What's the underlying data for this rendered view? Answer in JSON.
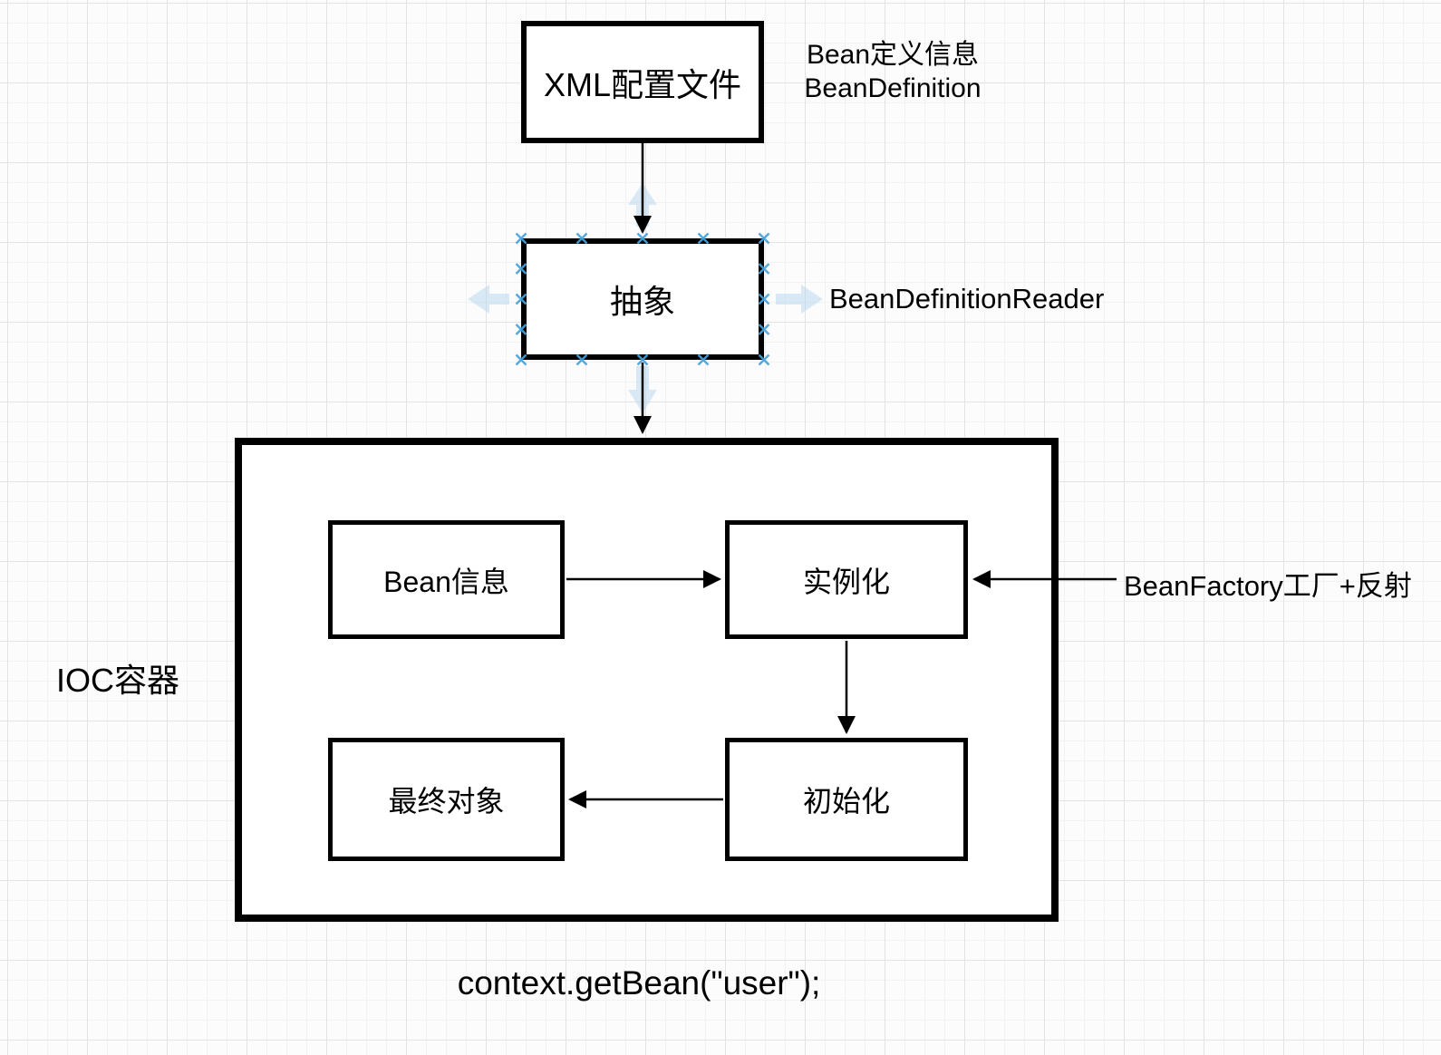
{
  "diagram": {
    "nodes": {
      "xml_box": {
        "label": "XML配置文件"
      },
      "abstract_box": {
        "label": "抽象"
      },
      "ioc_container": {
        "label": "IOC容器"
      },
      "bean_info_box": {
        "label": "Bean信息"
      },
      "instantiate_box": {
        "label": "实例化"
      },
      "final_object_box": {
        "label": "最终对象"
      },
      "initialize_box": {
        "label": "初始化"
      }
    },
    "annotations": {
      "bean_definition": {
        "line1": "Bean定义信息",
        "line2": "BeanDefinition"
      },
      "bean_definition_reader": "BeanDefinitionReader",
      "bean_factory": "BeanFactory工厂+反射",
      "get_bean_call": "context.getBean(\"user\");"
    },
    "edges": [
      {
        "from": "XML配置文件",
        "to": "抽象"
      },
      {
        "from": "抽象",
        "to": "IOC容器"
      },
      {
        "from": "Bean信息",
        "to": "实例化"
      },
      {
        "from": "BeanFactory工厂+反射",
        "to": "实例化"
      },
      {
        "from": "实例化",
        "to": "初始化"
      },
      {
        "from": "初始化",
        "to": "最终对象"
      }
    ],
    "colors": {
      "stroke": "#000000",
      "node_fill": "#ffffff",
      "selection_handle": "#47a3dc",
      "direction_arrow": "#d6e8f7",
      "grid_minor": "#f2f2f2",
      "grid_major": "#e3e3e3",
      "background": "#fcfcfc"
    }
  }
}
